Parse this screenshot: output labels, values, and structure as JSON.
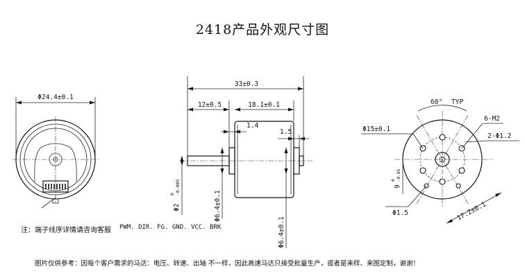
{
  "title": "2418产品外观尺寸图",
  "front_view": {
    "outer_diameter": "Φ24.4±0.1"
  },
  "side_view": {
    "overall_length": "33±0.3",
    "shaft_length": "12±0.5",
    "body_length": "18.1±0.1",
    "boss_length": "1.4",
    "step_length": "1.5",
    "shaft_diameter": "Φ2",
    "shaft_tolerance_upper": "0",
    "shaft_tolerance_lower": "-0.005",
    "boss_diameter": "Φ6.4±0.1",
    "rear_boss_diameter": "Φ6.4±0.1"
  },
  "rear_view": {
    "angle": "60°",
    "angle_note": "TYP",
    "holes": "6-M2",
    "pcd": "Φ15±0.1",
    "pin_hole": "2-Φ1.2",
    "center_hole": "9",
    "center_tol_upper": "0",
    "center_tol_lower": "-0.05",
    "small_hole": "Φ1.5",
    "body_width": "17.2±0.1"
  },
  "notes": {
    "terminal": "注：端子线序详情请咨询客服",
    "pins": "PWM. DIR. FG. GND. VCC. BRK",
    "footer": "图片仅供参考：因每个客户需求的马达：电压、转速、出轴 不一样，因此高速马达只接受批量生产，或者是来样、来图定制，谢谢！"
  }
}
